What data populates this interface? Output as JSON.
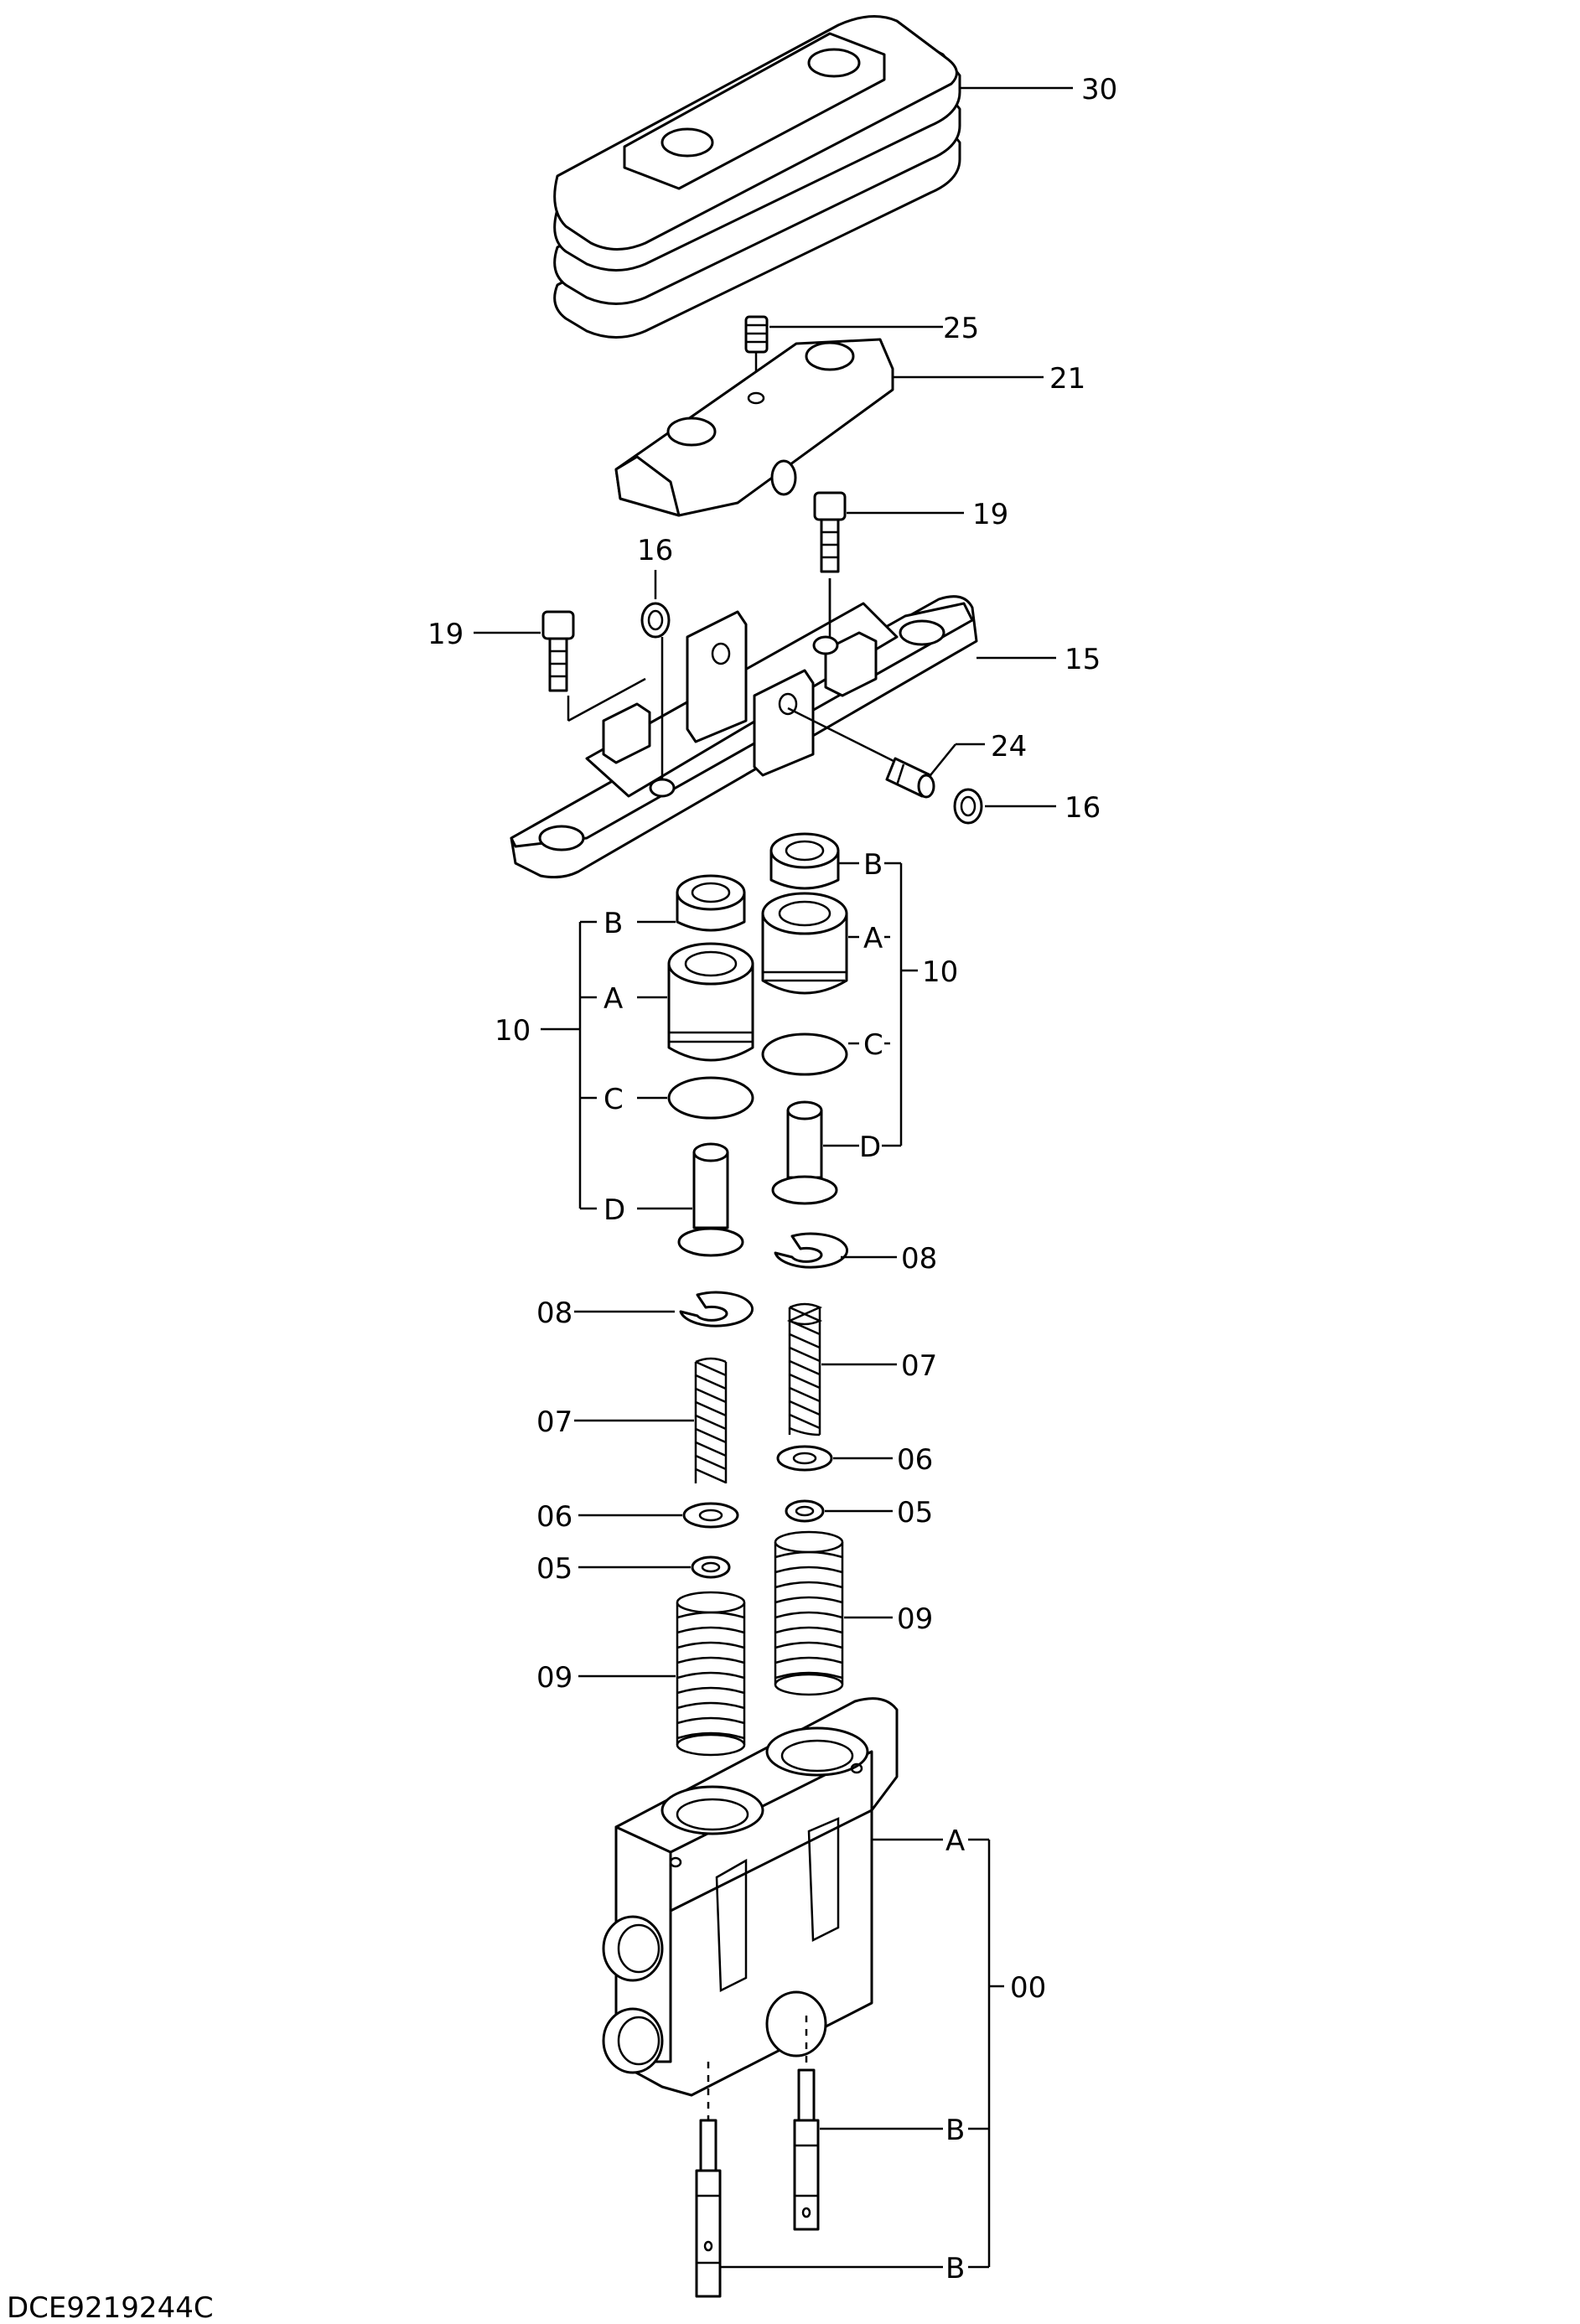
{
  "diagram": {
    "drawing_code": "DCE9219244C",
    "callouts": {
      "c30": "30",
      "c25": "25",
      "c21": "21",
      "c19_right": "19",
      "c16_top": "16",
      "c19_left": "19",
      "c15": "15",
      "c24": "24",
      "c16_right": "16",
      "r_B": "B",
      "r_A": "A",
      "r_10": "10",
      "r_C": "C",
      "r_D": "D",
      "l_B": "B",
      "l_A": "A",
      "l_10": "10",
      "l_C": "C",
      "l_D": "D",
      "r_08": "08",
      "l_08": "08",
      "r_07": "07",
      "l_07": "07",
      "r_06": "06",
      "l_06": "06",
      "r_05": "05",
      "l_05": "05",
      "r_09": "09",
      "l_09": "09",
      "body_A": "A",
      "body_00": "00",
      "body_B1": "B",
      "body_B2": "B"
    }
  }
}
